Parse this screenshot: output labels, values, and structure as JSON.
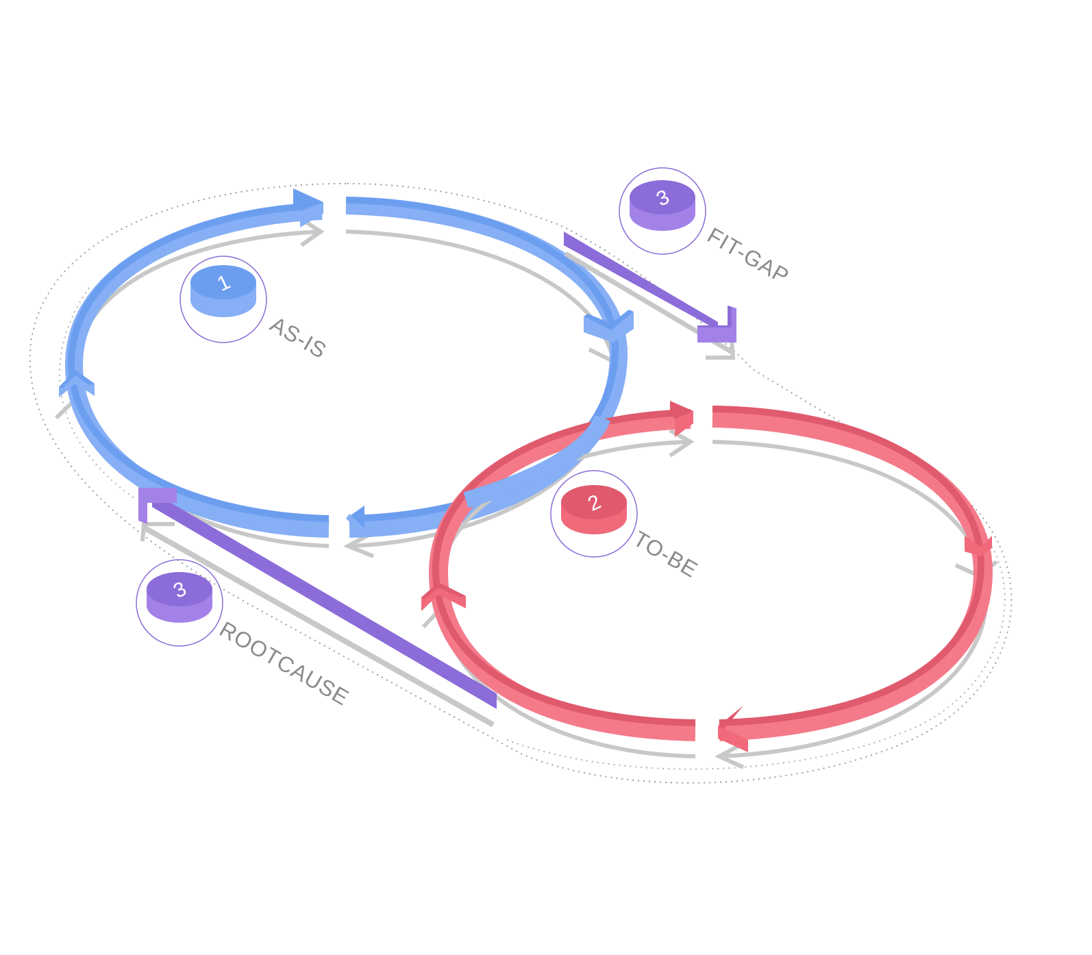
{
  "colors": {
    "as_is": "#6c9ef0",
    "as_is_light": "#86aff5",
    "to_be": "#f06a7c",
    "to_be_dark": "#e05a6e",
    "link": "#8c6cd8",
    "link_light": "#a382e8",
    "shadow": "#c8c8c8",
    "label": "#8a8a8a"
  },
  "stages": [
    {
      "number": "1",
      "label": "AS-IS",
      "color": "blue"
    },
    {
      "number": "2",
      "label": "TO-BE",
      "color": "red"
    }
  ],
  "links": [
    {
      "number": "3",
      "label": "FIT-GAP"
    },
    {
      "number": "3",
      "label": "ROOTCAUSE"
    }
  ]
}
